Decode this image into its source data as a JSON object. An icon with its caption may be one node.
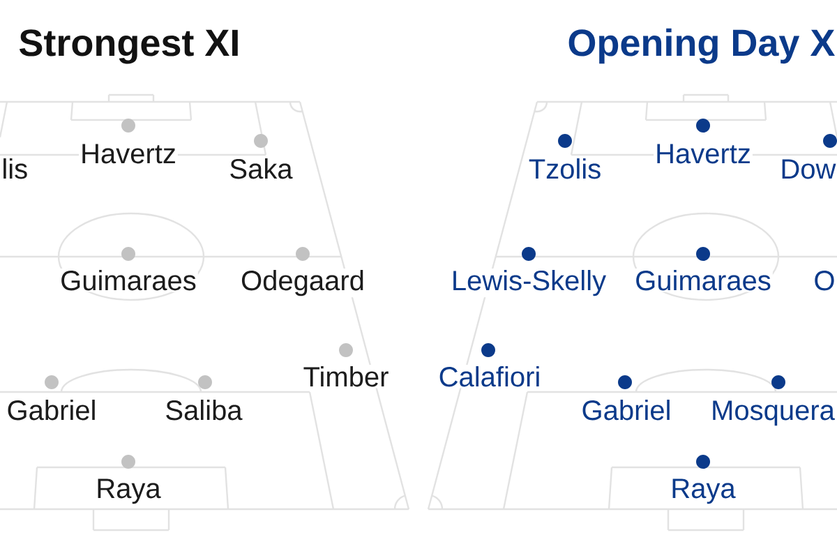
{
  "diagram": {
    "nodes": [
      {
        "text": [
          "Strongest XI"
        ]
      },
      {
        "text": [
          "lis"
        ],
        "in": 0
      },
      {
        "text": [
          "Havertz"
        ],
        "in": 0
      },
      {
        "text": [
          "Saka"
        ],
        "in": 0
      },
      {
        "text": [
          "Guimaraes"
        ],
        "in": 0
      },
      {
        "text": [
          "Odegaard"
        ],
        "in": 0
      },
      {
        "text": [
          "Timber"
        ],
        "in": 0
      },
      {
        "text": [
          "Gabriel"
        ],
        "in": 0
      },
      {
        "text": [
          "Saliba"
        ],
        "in": 0
      },
      {
        "text": [
          "Raya"
        ],
        "in": 0
      },
      {
        "text": [
          "Opening Day X"
        ]
      },
      {
        "text": [
          "Tzolis"
        ],
        "in": 10
      },
      {
        "text": [
          "Havertz"
        ],
        "in": 10
      },
      {
        "text": [
          "Dow"
        ],
        "in": 10
      },
      {
        "text": [
          "Lewis-Skelly"
        ],
        "in": 10
      },
      {
        "text": [
          "Guimaraes"
        ],
        "in": 10
      },
      {
        "text": [
          "O"
        ],
        "in": 10
      },
      {
        "text": [
          "Calafiori"
        ],
        "in": 10
      },
      {
        "text": [
          "Gabriel"
        ],
        "in": 10
      },
      {
        "text": [
          "Mosquera"
        ],
        "in": 10
      },
      {
        "text": [
          "Raya"
        ],
        "in": 10
      }
    ]
  }
}
